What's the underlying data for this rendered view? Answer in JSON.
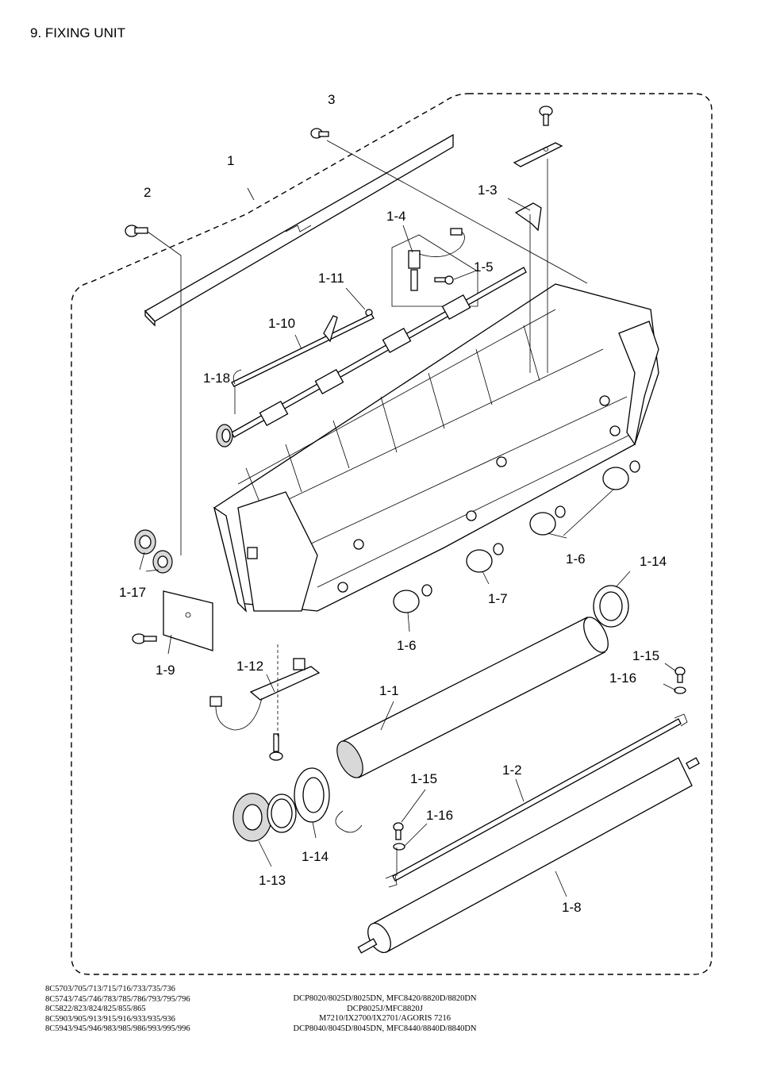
{
  "page": {
    "title": "9. FIXING UNIT"
  },
  "callouts": [
    {
      "id": "c3",
      "text": "3"
    },
    {
      "id": "c1",
      "text": "1"
    },
    {
      "id": "c2",
      "text": "2"
    },
    {
      "id": "c1-3",
      "text": "1-3"
    },
    {
      "id": "c1-4",
      "text": "1-4"
    },
    {
      "id": "c1-5",
      "text": "1-5"
    },
    {
      "id": "c1-11",
      "text": "1-11"
    },
    {
      "id": "c1-10",
      "text": "1-10"
    },
    {
      "id": "c1-18",
      "text": "1-18"
    },
    {
      "id": "c1-17",
      "text": "1-17"
    },
    {
      "id": "c1-9",
      "text": "1-9"
    },
    {
      "id": "c1-12",
      "text": "1-12"
    },
    {
      "id": "c1-6a",
      "text": "1-6"
    },
    {
      "id": "c1-7",
      "text": "1-7"
    },
    {
      "id": "c1-6b",
      "text": "1-6"
    },
    {
      "id": "c1-14a",
      "text": "1-14"
    },
    {
      "id": "c1-15a",
      "text": "1-15"
    },
    {
      "id": "c1-16a",
      "text": "1-16"
    },
    {
      "id": "c1-1",
      "text": "1-1"
    },
    {
      "id": "c1-2",
      "text": "1-2"
    },
    {
      "id": "c1-15b",
      "text": "1-15"
    },
    {
      "id": "c1-16b",
      "text": "1-16"
    },
    {
      "id": "c1-14b",
      "text": "1-14"
    },
    {
      "id": "c1-13",
      "text": "1-13"
    },
    {
      "id": "c1-8",
      "text": "1-8"
    }
  ],
  "footer": {
    "codes": [
      "8C5703/705/713/715/716/733/735/736",
      "8C5743/745/746/783/785/786/793/795/796",
      "8C5822/823/824/825/855/865",
      "8C5903/905/913/915/916/933/935/936",
      "8C5943/945/946/983/985/986/993/995/996"
    ],
    "models": [
      "DCP8020/8025D/8025DN, MFC8420/8820D/8820DN",
      "DCP8025J/MFC8820J",
      "M7210/IX2700/IX2701/AGORIS 7216",
      "DCP8040/8045D/8045DN, MFC8440/8840D/8840DN"
    ]
  }
}
